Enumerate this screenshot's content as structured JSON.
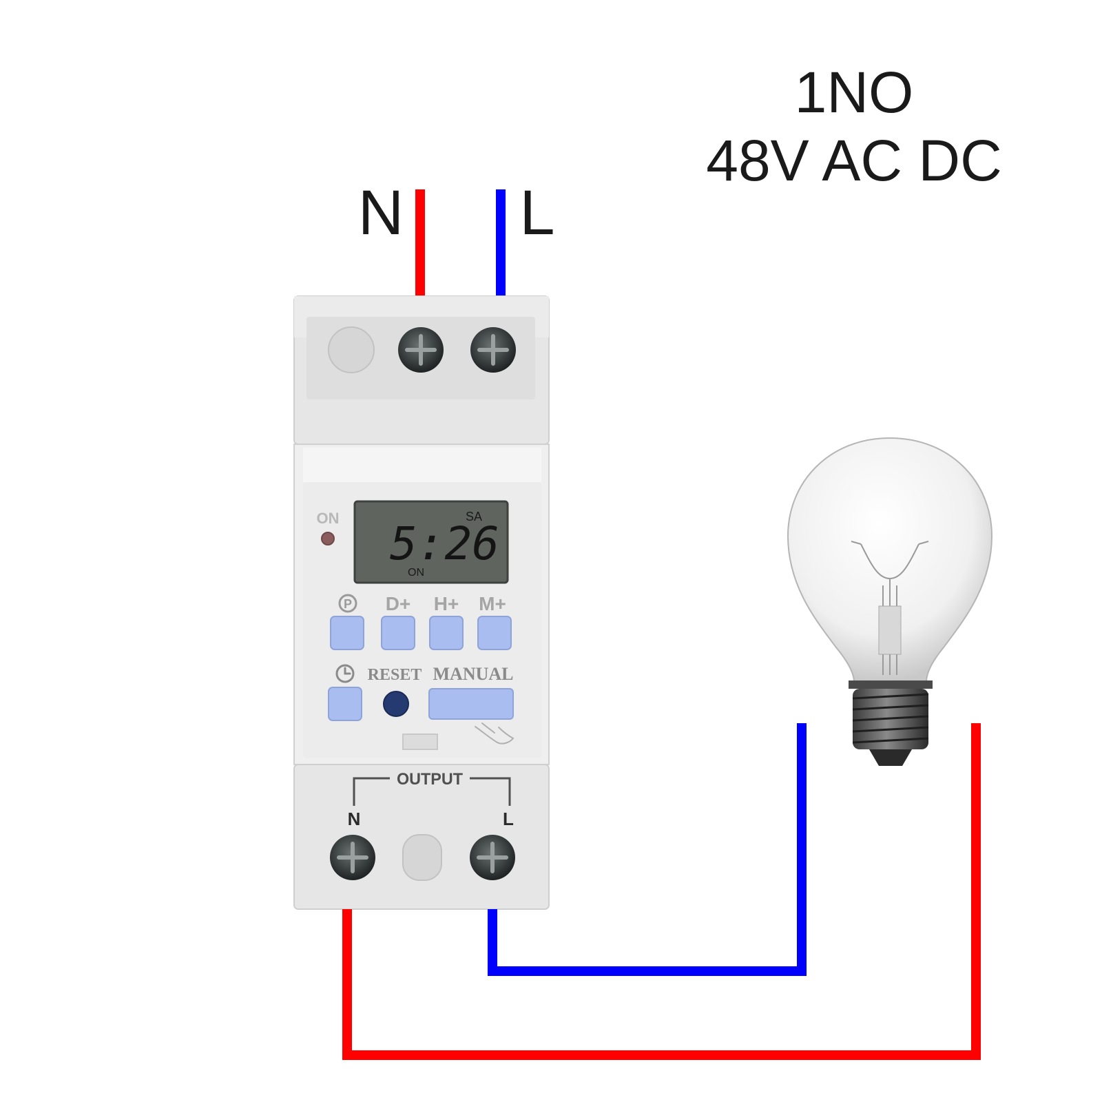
{
  "specs": {
    "contact": "1NO",
    "voltage": "48V AC DC"
  },
  "input_terminals": {
    "neutral_label": "N",
    "live_label": "L"
  },
  "device": {
    "power_indicator_label": "ON",
    "lcd": {
      "day": "SA",
      "time": "5:26",
      "status": "ON"
    },
    "buttons": {
      "program_symbol": "P",
      "day_plus": "D+",
      "hour_plus": "H+",
      "minute_plus": "M+",
      "reset": "RESET",
      "manual": "MANUAL"
    },
    "output": {
      "label": "OUTPUT",
      "neutral_label": "N",
      "live_label": "L"
    }
  },
  "colors": {
    "neutral_wire": "#ff0000",
    "live_wire": "#0000ff",
    "button_blue": "#a9bdf0",
    "lcd_background": "#5f645f",
    "device_body": "#e6e6e6"
  }
}
